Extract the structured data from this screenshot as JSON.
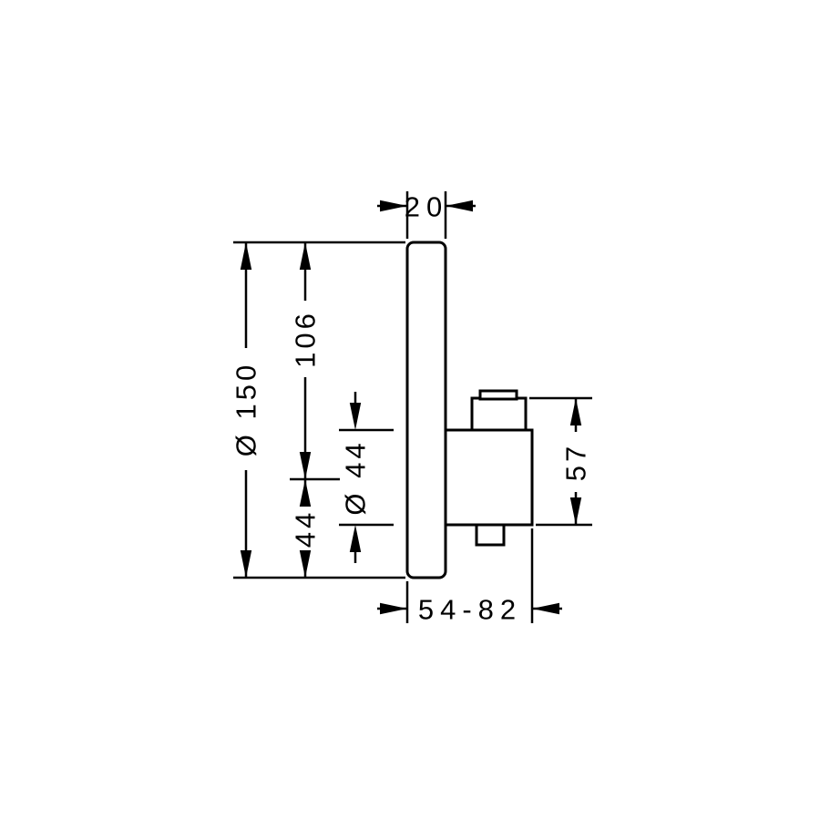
{
  "page": {
    "background": "#ffffff",
    "line_color": "#000000"
  },
  "drawing": {
    "dimensions": {
      "plate_thickness": "20",
      "plate_diameter": "Ø 150",
      "plate_top_to_handle_center": "106",
      "handle_center_to_plate_bottom": "44",
      "handle_diameter": "Ø 44",
      "handle_height": "57",
      "installation_depth_range": "54-82"
    }
  }
}
